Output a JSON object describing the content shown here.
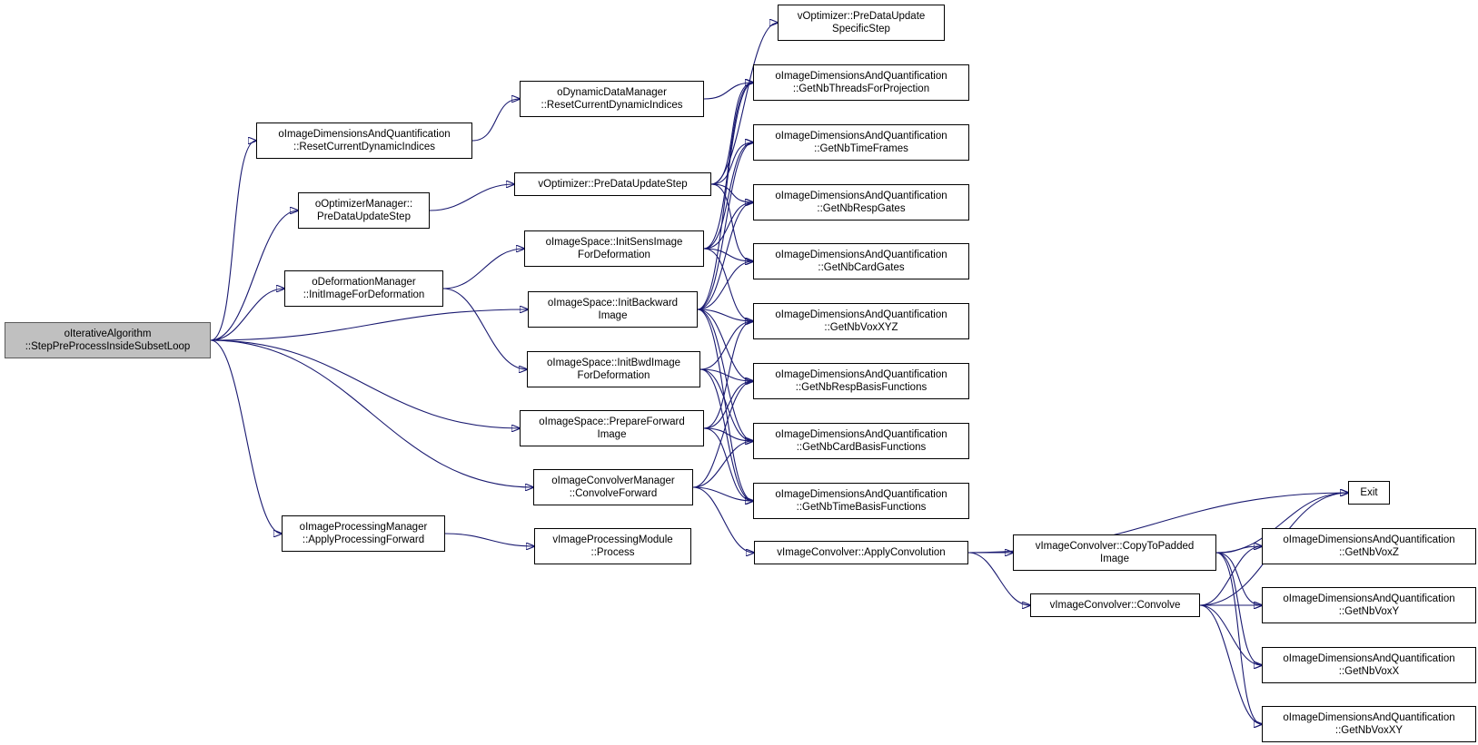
{
  "colors": {
    "edge": "#191970",
    "node_border": "#000000",
    "root_fill": "#c0c0c0",
    "background": "#ffffff"
  },
  "nodes": {
    "root": {
      "line1": "oIterativeAlgorithm",
      "line2": "::StepPreProcessInsideSubsetLoop"
    },
    "img_reset": {
      "line1": "oImageDimensionsAndQuantification",
      "line2": "::ResetCurrentDynamicIndices"
    },
    "opt_mgr": {
      "line1": "oOptimizerManager::",
      "line2": "PreDataUpdateStep"
    },
    "def_mgr": {
      "line1": "oDeformationManager",
      "line2": "::InitImageForDeformation"
    },
    "proc_mgr": {
      "line1": "oImageProcessingManager",
      "line2": "::ApplyProcessingForward"
    },
    "dyn_reset": {
      "line1": "oDynamicDataManager",
      "line2": "::ResetCurrentDynamicIndices"
    },
    "vopt_pdus": {
      "line1": "vOptimizer::PreDataUpdateStep",
      "line2": ""
    },
    "init_sens": {
      "line1": "oImageSpace::InitSensImage",
      "line2": "ForDeformation"
    },
    "init_back": {
      "line1": "oImageSpace::InitBackward",
      "line2": "Image"
    },
    "init_bwd": {
      "line1": "oImageSpace::InitBwdImage",
      "line2": "ForDeformation"
    },
    "prep_fwd": {
      "line1": "oImageSpace::PrepareForward",
      "line2": "Image"
    },
    "conv_mgr": {
      "line1": "oImageConvolverManager",
      "line2": "::ConvolveForward"
    },
    "proc_mod": {
      "line1": "vImageProcessingModule",
      "line2": "::Process"
    },
    "vopt_spec": {
      "line1": "vOptimizer::PreDataUpdate",
      "line2": "SpecificStep"
    },
    "nb_threads": {
      "line1": "oImageDimensionsAndQuantification",
      "line2": "::GetNbThreadsForProjection"
    },
    "nb_tf": {
      "line1": "oImageDimensionsAndQuantification",
      "line2": "::GetNbTimeFrames"
    },
    "nb_rg": {
      "line1": "oImageDimensionsAndQuantification",
      "line2": "::GetNbRespGates"
    },
    "nb_cg": {
      "line1": "oImageDimensionsAndQuantification",
      "line2": "::GetNbCardGates"
    },
    "nb_xyz": {
      "line1": "oImageDimensionsAndQuantification",
      "line2": "::GetNbVoxXYZ"
    },
    "nb_rbf": {
      "line1": "oImageDimensionsAndQuantification",
      "line2": "::GetNbRespBasisFunctions"
    },
    "nb_cbf": {
      "line1": "oImageDimensionsAndQuantification",
      "line2": "::GetNbCardBasisFunctions"
    },
    "nb_tbf": {
      "line1": "oImageDimensionsAndQuantification",
      "line2": "::GetNbTimeBasisFunctions"
    },
    "apply_conv": {
      "line1": "vImageConvolver::ApplyConvolution",
      "line2": ""
    },
    "copy_pad": {
      "line1": "vImageConvolver::CopyToPadded",
      "line2": "Image"
    },
    "convolve": {
      "line1": "vImageConvolver::Convolve",
      "line2": ""
    },
    "exit": {
      "line1": "Exit",
      "line2": ""
    },
    "nb_z": {
      "line1": "oImageDimensionsAndQuantification",
      "line2": "::GetNbVoxZ"
    },
    "nb_y": {
      "line1": "oImageDimensionsAndQuantification",
      "line2": "::GetNbVoxY"
    },
    "nb_x": {
      "line1": "oImageDimensionsAndQuantification",
      "line2": "::GetNbVoxX"
    },
    "nb_xy": {
      "line1": "oImageDimensionsAndQuantification",
      "line2": "::GetNbVoxXY"
    }
  },
  "edges": [
    [
      "root",
      "img_reset"
    ],
    [
      "root",
      "opt_mgr"
    ],
    [
      "root",
      "def_mgr"
    ],
    [
      "root",
      "init_back"
    ],
    [
      "root",
      "prep_fwd"
    ],
    [
      "root",
      "conv_mgr"
    ],
    [
      "root",
      "proc_mgr"
    ],
    [
      "img_reset",
      "dyn_reset"
    ],
    [
      "dyn_reset",
      "nb_threads"
    ],
    [
      "opt_mgr",
      "vopt_pdus"
    ],
    [
      "vopt_pdus",
      "vopt_spec"
    ],
    [
      "vopt_pdus",
      "nb_threads"
    ],
    [
      "vopt_pdus",
      "nb_tf"
    ],
    [
      "vopt_pdus",
      "nb_rg"
    ],
    [
      "vopt_pdus",
      "nb_cg"
    ],
    [
      "def_mgr",
      "init_sens"
    ],
    [
      "def_mgr",
      "init_bwd"
    ],
    [
      "init_sens",
      "nb_threads"
    ],
    [
      "init_sens",
      "nb_tf"
    ],
    [
      "init_sens",
      "nb_rg"
    ],
    [
      "init_sens",
      "nb_cg"
    ],
    [
      "init_sens",
      "nb_xyz"
    ],
    [
      "init_back",
      "nb_threads"
    ],
    [
      "init_back",
      "nb_tf"
    ],
    [
      "init_back",
      "nb_rg"
    ],
    [
      "init_back",
      "nb_cg"
    ],
    [
      "init_back",
      "nb_xyz"
    ],
    [
      "init_back",
      "nb_rbf"
    ],
    [
      "init_back",
      "nb_cbf"
    ],
    [
      "init_back",
      "nb_tbf"
    ],
    [
      "init_bwd",
      "nb_xyz"
    ],
    [
      "init_bwd",
      "nb_rbf"
    ],
    [
      "init_bwd",
      "nb_cbf"
    ],
    [
      "init_bwd",
      "nb_tbf"
    ],
    [
      "prep_fwd",
      "nb_xyz"
    ],
    [
      "prep_fwd",
      "nb_rbf"
    ],
    [
      "prep_fwd",
      "nb_cbf"
    ],
    [
      "prep_fwd",
      "nb_tbf"
    ],
    [
      "conv_mgr",
      "nb_rbf"
    ],
    [
      "conv_mgr",
      "nb_cbf"
    ],
    [
      "conv_mgr",
      "nb_tbf"
    ],
    [
      "conv_mgr",
      "apply_conv"
    ],
    [
      "proc_mgr",
      "proc_mod"
    ],
    [
      "apply_conv",
      "exit"
    ],
    [
      "apply_conv",
      "copy_pad"
    ],
    [
      "apply_conv",
      "convolve"
    ],
    [
      "copy_pad",
      "exit"
    ],
    [
      "copy_pad",
      "nb_z"
    ],
    [
      "copy_pad",
      "nb_y"
    ],
    [
      "copy_pad",
      "nb_x"
    ],
    [
      "copy_pad",
      "nb_xy"
    ],
    [
      "convolve",
      "exit"
    ],
    [
      "convolve",
      "nb_z"
    ],
    [
      "convolve",
      "nb_y"
    ],
    [
      "convolve",
      "nb_x"
    ],
    [
      "convolve",
      "nb_xy"
    ]
  ]
}
